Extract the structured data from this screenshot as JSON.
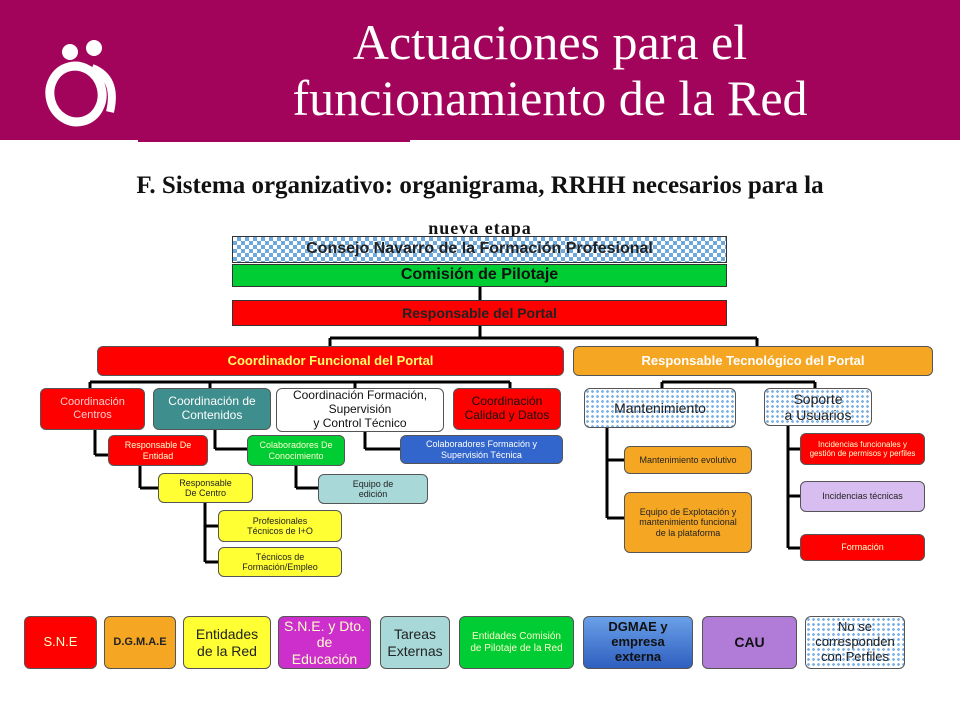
{
  "header": {
    "title_line1": "Actuaciones para el",
    "title_line2": "funcionamiento de la Red"
  },
  "subtitle": {
    "line1": "F. Sistema organizativo: organigrama, RRHH necesarios para la",
    "line2": "nueva etapa"
  },
  "org": {
    "consejo": "Consejo Navarro de la Formación Profesional",
    "comision": "Comisión de Pilotaje",
    "responsable_portal": "Responsable del Portal",
    "coordinador_funcional": "Coordinador Funcional del Portal",
    "responsable_tecnologico": "Responsable Tecnológico del Portal",
    "coord_centros": "Coordinación Centros",
    "coord_contenidos": "Coordinación de Contenidos",
    "coord_formacion_l1": "Coordinación Formación,",
    "coord_formacion_l2": "Supervisión",
    "coord_formacion_l3": "y Control Técnico",
    "coord_calidad": "Coordinación Calidad y Datos",
    "resp_entidad": "Responsable De Entidad",
    "resp_centro": "Responsable De Centro",
    "profesionales": "Profesionales Técnicos de I+O",
    "tecnicos": "Técnicos de Formación/Empleo",
    "colaboradores_conocimiento": "Colaboradores De Conocimiento",
    "equipo_edicion": "Equipo de edición",
    "colaboradores_formacion": "Colaboradores Formación y Supervisión Técnica",
    "mantenimiento": "Mantenimiento",
    "mant_evolutivo": "Mantenimiento evolutivo",
    "equipo_explotacion": "Equipo de Explotación y mantenimiento funcional de la plataforma",
    "soporte_l1": "Soporte",
    "soporte_l2": "a Usuarios",
    "incidencias_funcionales": "Incidencias funcionales y gestión de permisos y perfiles",
    "incidencias_tecnicas": "Incidencias técnicas",
    "formacion": "Formación"
  },
  "legend": [
    {
      "label": "S.N.E",
      "color": "#ff0000"
    },
    {
      "label": "D.G.M.A.E",
      "color": "#f5a623"
    },
    {
      "label": "Entidades de la Red",
      "color": "#ffff33"
    },
    {
      "label": "S.N.E. y Dto. de Educación",
      "color": "#cc2fcc"
    },
    {
      "label": "Tareas Externas",
      "color": "#a8d8d8"
    },
    {
      "label": "Entidades Comisión de Pilotaje de la Red",
      "color": "#00cc33"
    },
    {
      "label": "DGMAE y empresa externa",
      "color": "#3366cc"
    },
    {
      "label": "CAU",
      "color": "#b07cd8"
    },
    {
      "label": "No se corresponden con Perfiles",
      "color": "#ffffff"
    }
  ],
  "colors": {
    "banner": "#a3045b",
    "red": "#ff0000",
    "green": "#00cc33",
    "teal": "#a8d8d8",
    "blue": "#3366cc",
    "yellow": "#ffff33",
    "orange": "#f5a623",
    "purple": "#c9a3e8"
  }
}
